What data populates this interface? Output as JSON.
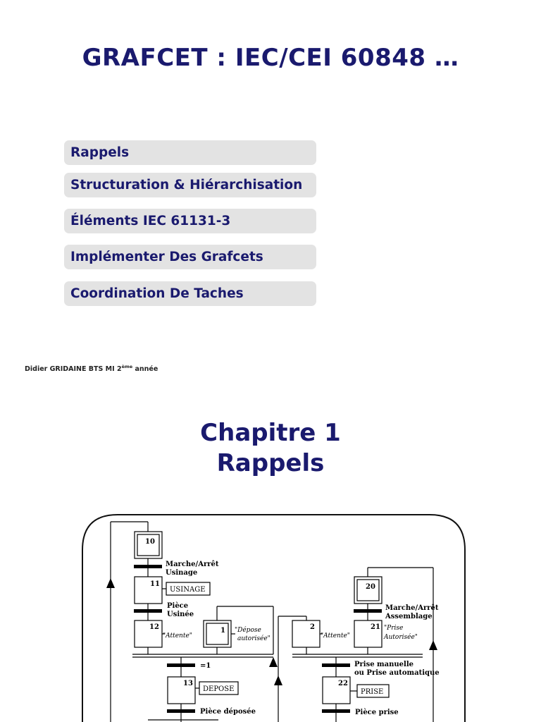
{
  "slide": {
    "title": "GRAFCET : IEC/CEI 60848 …"
  },
  "menu": {
    "items": [
      {
        "label": "Rappels"
      },
      {
        "label": "Structuration & Hiérarchisation"
      },
      {
        "label": "Éléments IEC 61131-3"
      },
      {
        "label": "Implémenter Des Grafcets"
      },
      {
        "label": "Coordination De Taches"
      }
    ]
  },
  "footer": {
    "author": "Didier GRIDAINE BTS MI 2",
    "author_sup": "ème",
    "author_suffix": " année"
  },
  "chapter": {
    "line1": "Chapitre 1",
    "line2": "Rappels"
  },
  "grafcet": {
    "steps": {
      "s10": "10",
      "s11": "11",
      "s12": "12",
      "s13": "13",
      "s1": "1",
      "s2": "2",
      "s20": "20",
      "s21": "21",
      "s22": "22"
    },
    "actions": {
      "usinage": "USINAGE",
      "depose": "DEPOSE",
      "prise": "PRISE"
    },
    "labels": {
      "t10_line1": "Marche/Arrêt",
      "t10_line2": "Usinage",
      "t11_line1": "Pièce",
      "t11_line2": "Usinée",
      "attente_left": "\"Attente\"",
      "depose_line1": "\"Dépose",
      "depose_line2": "autorisée\"",
      "attente_mid": "\"Attente\"",
      "t20_line1": "Marche/Arrêt",
      "t20_line2": "Assemblage",
      "prise_line1": "\"Prise",
      "prise_line2": "Autorisée\"",
      "eq1": "=1",
      "prise_man_line1": "Prise manuelle",
      "prise_man_line2": "ou Prise automatique",
      "piece_deposee": "Pièce déposée",
      "piece_prise": "Pièce prise"
    }
  }
}
